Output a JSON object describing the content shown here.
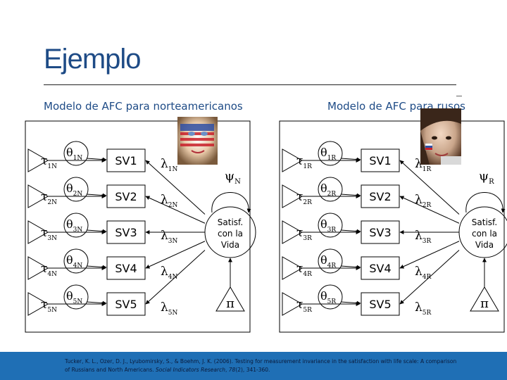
{
  "slide": {
    "title": "Ejemplo",
    "left_heading": "Modelo de AFC para norteamericanos",
    "right_heading": "Modelo de AFC para rusos"
  },
  "citation": {
    "authors": "Tucker, K. L., Ozer, D. J., Lyubomirsky, S., & Boehm, J. K. (2006). Testing for measurement invariance in the satisfaction with life scale: A comparison of Russians and North Americans. ",
    "journal": "Social Indicators Research",
    "volume": "78",
    "pages": "(2), 341-360.",
    "sep": ", "
  },
  "models": [
    {
      "id": "N",
      "tau": [
        "τ",
        "τ",
        "τ",
        "τ",
        "τ"
      ],
      "tau_sub": [
        "1N",
        "2N",
        "3N",
        "4N",
        "5N"
      ],
      "theta": [
        "θ",
        "θ",
        "θ",
        "θ",
        "θ"
      ],
      "theta_sub": [
        "1N",
        "2N",
        "3N",
        "4N",
        "5N"
      ],
      "items": [
        "SV1",
        "SV2",
        "SV3",
        "SV4",
        "SV5"
      ],
      "lambda": [
        "λ",
        "λ",
        "λ",
        "λ",
        "λ"
      ],
      "lambda_sub": [
        "1N",
        "2N",
        "3N",
        "4N",
        "5N"
      ],
      "psi": "ψ",
      "psi_sub": "N",
      "factor": [
        "Satisf.",
        "con la",
        "Vida"
      ],
      "pi": "π"
    },
    {
      "id": "R",
      "tau": [
        "τ",
        "τ",
        "τ",
        "τ",
        "τ"
      ],
      "tau_sub": [
        "1R",
        "2R",
        "3R",
        "4R",
        "5R"
      ],
      "theta": [
        "θ",
        "θ",
        "θ",
        "θ",
        "θ"
      ],
      "theta_sub": [
        "1R",
        "2R",
        "3R",
        "4R",
        "5R"
      ],
      "items": [
        "SV1",
        "SV2",
        "SV3",
        "SV4",
        "SV5"
      ],
      "lambda": [
        "λ",
        "λ",
        "λ",
        "λ",
        "λ"
      ],
      "lambda_sub": [
        "1R",
        "2R",
        "3R",
        "4R",
        "5R"
      ],
      "psi": "ψ",
      "psi_sub": "R",
      "factor": [
        "Satisf.",
        "con la",
        "Vida"
      ],
      "pi": "π"
    }
  ]
}
